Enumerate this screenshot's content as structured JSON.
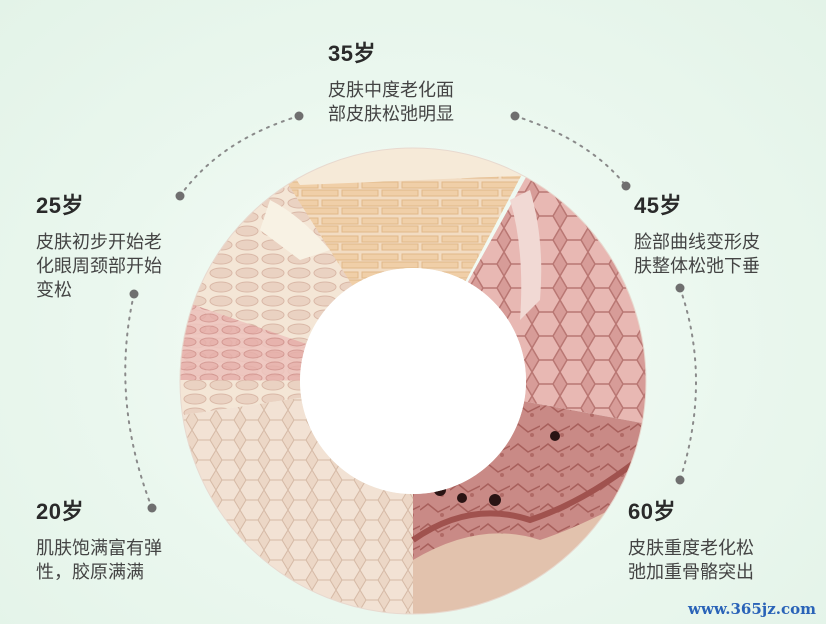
{
  "stages": [
    {
      "id": "20",
      "age": "20岁",
      "desc": "肌肤饱满富有弹\n性，胶原满满"
    },
    {
      "id": "25",
      "age": "25岁",
      "desc": "皮肤初步开始老\n化眼周颈部开始\n变松"
    },
    {
      "id": "35",
      "age": "35岁",
      "desc": "皮肤中度老化面\n部皮肤松弛明显"
    },
    {
      "id": "45",
      "age": "45岁",
      "desc": "脸部曲线变形皮\n肤整体松弛下垂"
    },
    {
      "id": "60",
      "age": "60岁",
      "desc": "皮肤重度老化松\n弛加重骨骼突出"
    }
  ],
  "watermark": "www.365jz.com",
  "colors": {
    "background": "#e6f5ea",
    "dotted_line": "#8a8a8a",
    "dot": "#6f6f6f",
    "skin_young": "#f3e4d0",
    "skin_mid": "#e9b9b4",
    "skin_old": "#c98a86",
    "skin_dark": "#7a3a36"
  }
}
